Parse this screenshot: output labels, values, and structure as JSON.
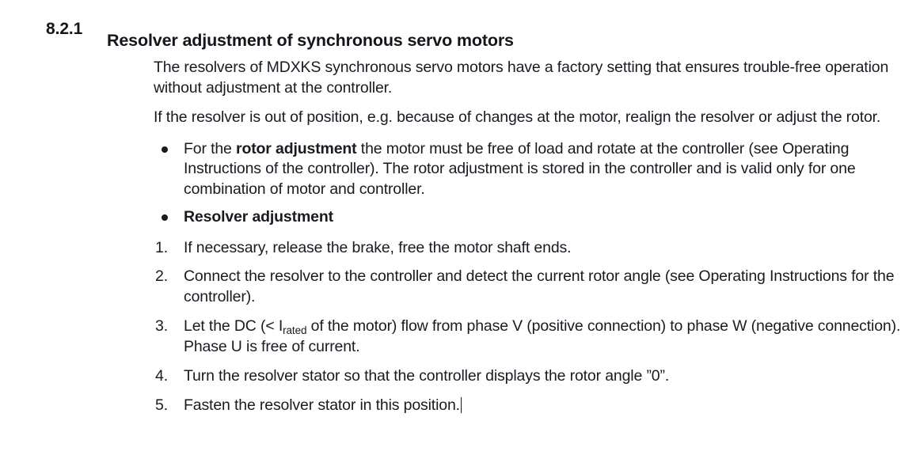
{
  "document": {
    "section_number": "8.2.1",
    "section_title": "Resolver adjustment of synchronous servo motors",
    "paragraphs": [
      "The resolvers of MDXKS synchronous servo motors have a factory setting that ensures trouble-free operation without adjustment at the controller.",
      "If the resolver is out of position, e.g. because of changes at the motor, realign the resolver or adjust the rotor."
    ],
    "bullets": [
      {
        "text_before_bold": "For the ",
        "bold": "rotor adjustment",
        "text_after_bold": " the motor must be free of load and rotate at the controller (see Operating Instructions of the controller). The rotor adjustment is stored in the controller and is valid only for one combination of motor and controller."
      },
      {
        "text_before_bold": "",
        "bold": "Resolver adjustment",
        "text_after_bold": ""
      }
    ],
    "steps": [
      {
        "marker": "1.",
        "text": "If necessary, release the brake, free the motor shaft ends."
      },
      {
        "marker": "2.",
        "text": "Connect the resolver to the controller and detect the current rotor angle (see Operating Instructions for the controller)."
      },
      {
        "marker": "3.",
        "text_part1": "Let the DC (< I",
        "subscript": "rated",
        "text_part2": " of the motor) flow from phase V (positive connection) to phase W (negative connection). Phase U is free of current."
      },
      {
        "marker": "4.",
        "text": "Turn the resolver stator so that the controller displays the rotor angle ”0”."
      },
      {
        "marker": "5.",
        "text": "Fasten the resolver stator in this position."
      }
    ],
    "colors": {
      "text": "#1a1a22",
      "heading": "#15151c",
      "background": "#ffffff"
    }
  }
}
